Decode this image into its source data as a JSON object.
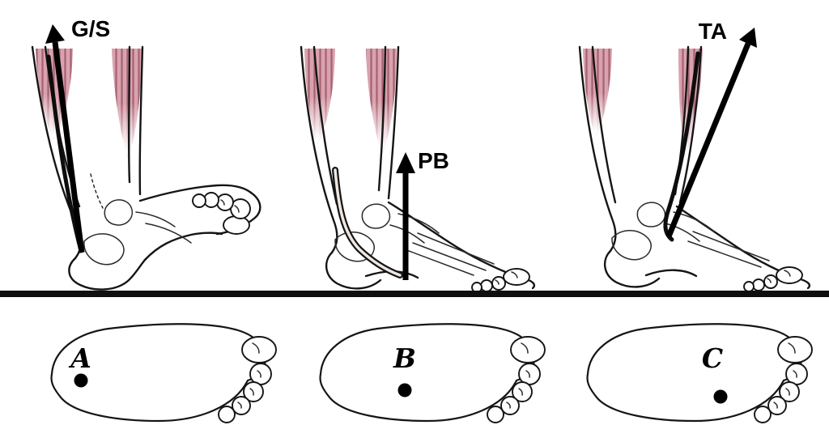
{
  "diagram": {
    "description": "Three lateral ankle illustrations with muscle force vectors above a ground line, and three plantar footprints with center-of-pressure dots below",
    "force_vectors": [
      {
        "abbr": "G/S",
        "panel": "left"
      },
      {
        "abbr": "PB",
        "panel": "middle"
      },
      {
        "abbr": "TA",
        "panel": "right"
      }
    ],
    "pressure_points": [
      {
        "label": "A",
        "position": "heel"
      },
      {
        "label": "B",
        "position": "midfoot"
      },
      {
        "label": "C",
        "position": "forefoot"
      }
    ],
    "colors": {
      "muscle_fill": "#d9a2ae",
      "muscle_striation": "#8e4757",
      "outline": "#151515",
      "ground": "#0f0f0f",
      "background": "#ffffff"
    }
  }
}
